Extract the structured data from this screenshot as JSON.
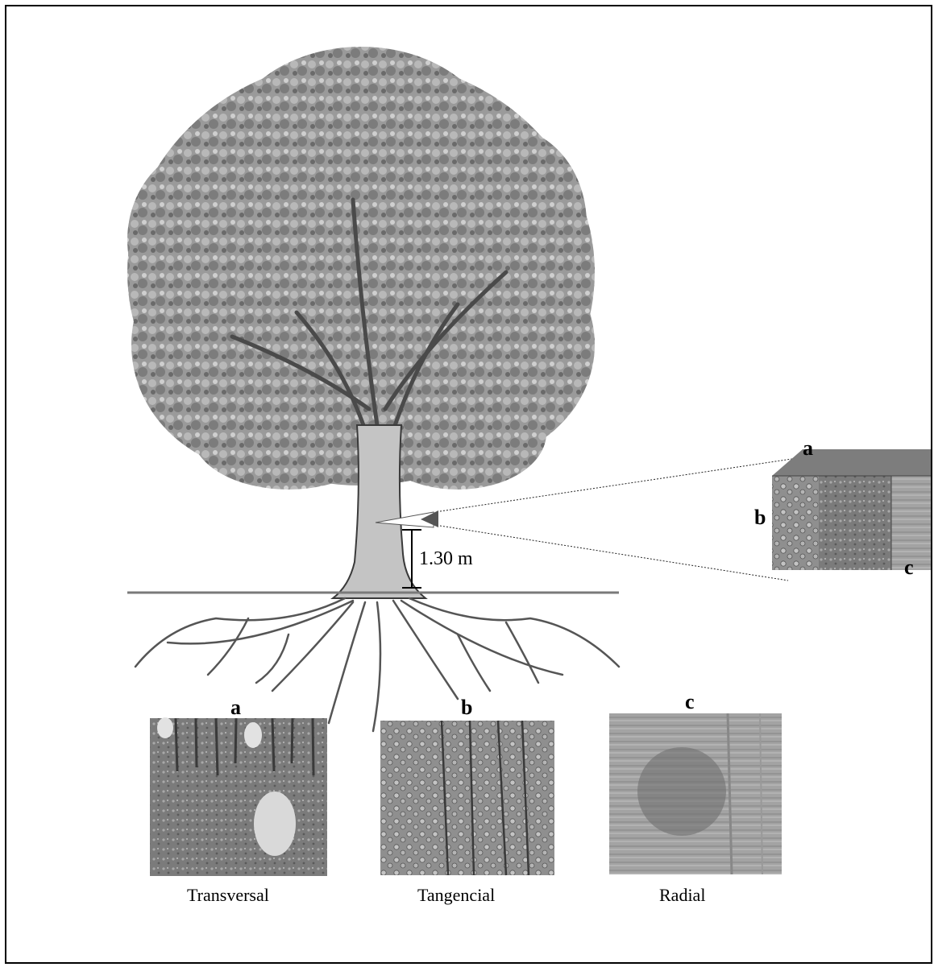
{
  "measure": {
    "height_label": "1.30 m"
  },
  "block_labels": {
    "a": "a",
    "b": "b",
    "c": "c"
  },
  "sections": [
    {
      "letter": "a",
      "name": "Transversal"
    },
    {
      "letter": "b",
      "name": "Tangencial"
    },
    {
      "letter": "c",
      "name": "Radial"
    }
  ],
  "colors": {
    "ink": "#000000",
    "foliage": "#8a8a8a",
    "trunk": "#bdbdbd",
    "wood": "#6e6e6e"
  }
}
